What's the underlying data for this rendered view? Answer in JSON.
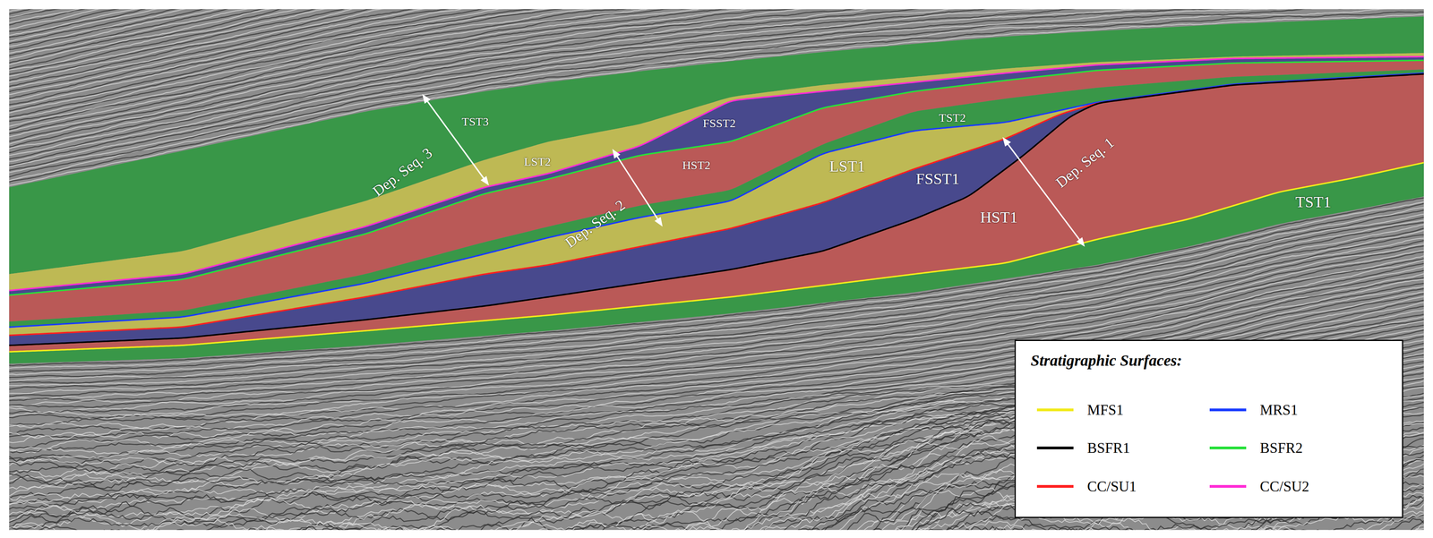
{
  "diagram": {
    "labels": [
      "Dep. Seq. 3",
      "TST3",
      "LST2",
      "FSST2",
      "HST2",
      "TST2",
      "Dep. Seq. 2",
      "LST1",
      "FSST1",
      "Dep. Seq. 1",
      "HST1",
      "TST1",
      "Stratigraphic Surfaces:"
    ],
    "legend": [
      {
        "text": "MFS1",
        "color": "#f2ea1a"
      },
      {
        "text": "MRS1",
        "color": "#1a3cff"
      },
      {
        "text": "BSFR1",
        "color": "#000000"
      },
      {
        "text": "BSFR2",
        "color": "#27e03a"
      },
      {
        "text": "CC/SU1",
        "color": "#ff2020"
      },
      {
        "text": "CC/SU2",
        "color": "#ff2bd6"
      }
    ]
  }
}
